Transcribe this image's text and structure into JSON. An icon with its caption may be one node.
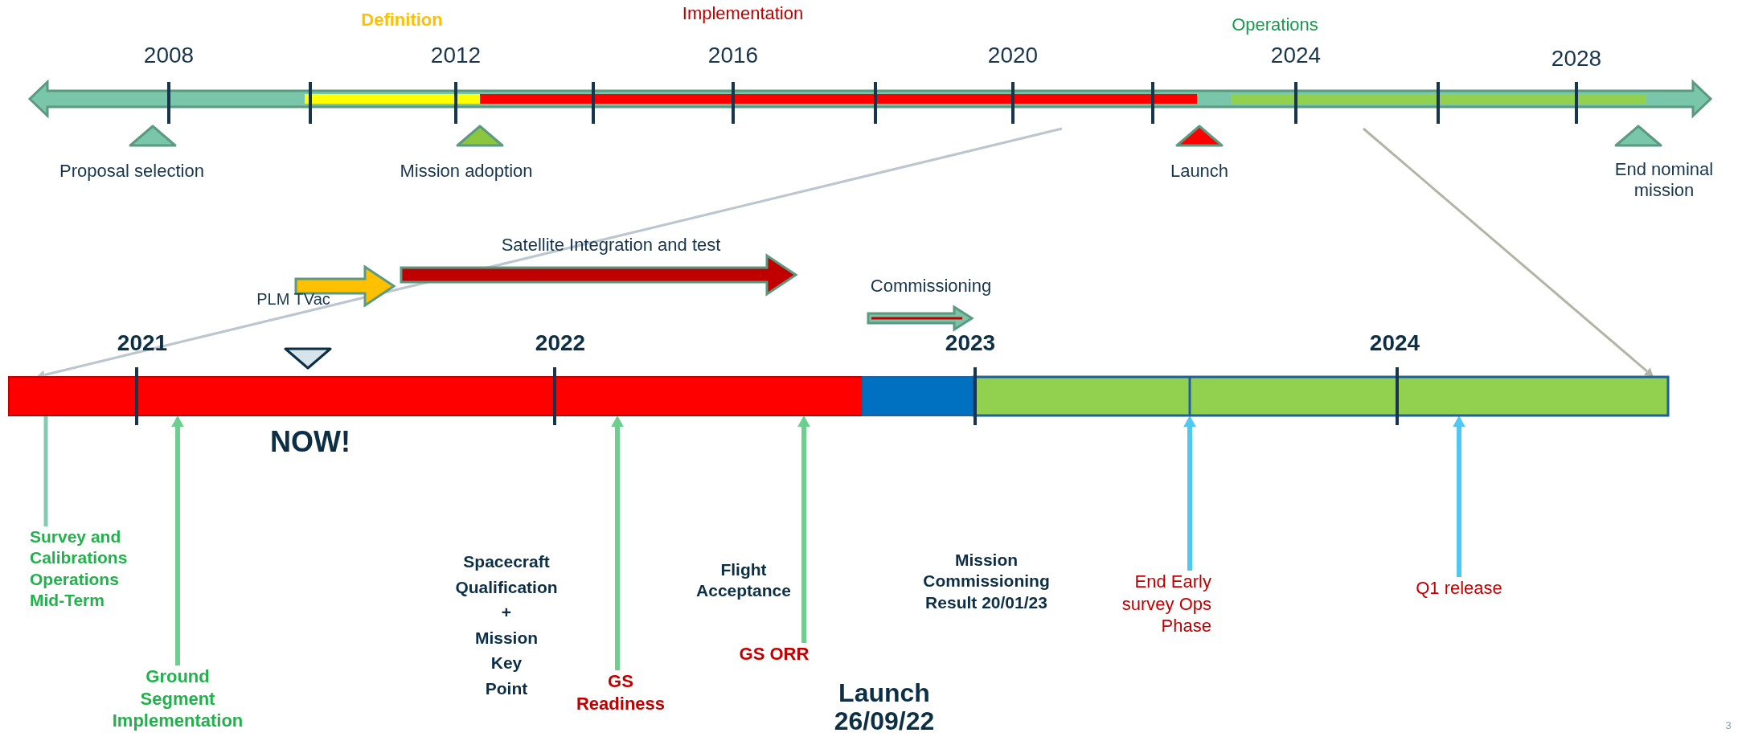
{
  "diagram": {
    "nodes": [
      {
        "text": [],
        "shape": "bar"
      },
      {
        "text": [],
        "shape": "bar"
      },
      {
        "text": [
          "Survey and Calibrations Operations Mid-Term"
        ]
      },
      {
        "text": [
          "Ground Segment Implementation"
        ]
      },
      {
        "text": [
          "Spacecraft Qualification + Mission Key Point"
        ]
      },
      {
        "text": [
          "GS Readiness"
        ]
      },
      {
        "text": [
          "Flight Acceptance"
        ]
      },
      {
        "text": [
          "GS ORR"
        ]
      },
      {
        "text": [
          "Launch 26/09/22"
        ]
      },
      {
        "text": [
          "Mission Commissioning Result 20/01/23"
        ]
      },
      {
        "text": [
          "End Early survey Ops Phase"
        ]
      },
      {
        "text": [
          "Q1 release"
        ]
      }
    ],
    "edges": [
      {
        "from": 0,
        "to": 1,
        "arrow": "to",
        "color": "#bcc6ce"
      },
      {
        "from": 0,
        "to": 1,
        "arrow": "to",
        "color": "#b4b4a6"
      },
      {
        "from": 2,
        "to": 1,
        "arrow": "none",
        "color": "#82cdb1"
      },
      {
        "from": 3,
        "to": 1,
        "arrow": "to"
      },
      {
        "from": 4,
        "to": 1,
        "arrow": "to",
        "style": "thick",
        "color": "#79c4a7"
      },
      {
        "from": 5,
        "to": 1,
        "arrow": "to"
      },
      {
        "from": 6,
        "to": 1,
        "arrow": "to",
        "style": "thick",
        "color": "#79c4a7"
      },
      {
        "from": 7,
        "to": 1,
        "arrow": "to"
      },
      {
        "from": 8,
        "to": 1,
        "arrow": "to",
        "style": "thick",
        "color": "#ff0000"
      },
      {
        "from": 9,
        "to": 1,
        "arrow": "to",
        "style": "thick",
        "color": "#79c4a7"
      },
      {
        "from": 10,
        "to": 1,
        "arrow": "to",
        "color": "#4fc8f4"
      },
      {
        "from": 11,
        "to": 1,
        "arrow": "to",
        "color": "#4fc8f4"
      }
    ],
    "labels": [
      "Definition",
      "Implementation",
      "Operations",
      "2008",
      "2012",
      "2016",
      "2020",
      "2024",
      "2028",
      "Proposal selection",
      "Mission adoption",
      "Launch",
      "End nominal mission",
      "Satellite Integration and test",
      "PLM TVac",
      "Commissioning",
      "2021",
      "2022",
      "2023",
      "2024",
      "NOW!",
      "3"
    ]
  }
}
